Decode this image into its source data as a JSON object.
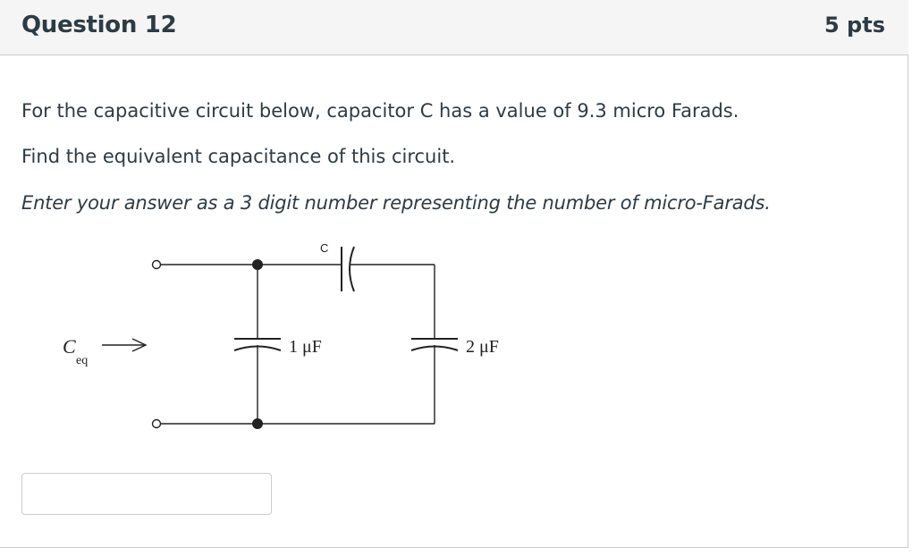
{
  "question": {
    "title": "Question 12",
    "points": "5 pts",
    "text_line1": "For the capacitive circuit below, capacitor C has a value of 9.3 micro Farads.",
    "text_line2": "Find the equivalent capacitance of this circuit.",
    "text_line3": "Enter your answer as a 3 digit number representing the number of micro-Farads."
  },
  "circuit": {
    "series_cap_label": "C",
    "cap1_label": "1 μF",
    "cap2_label": "2 μF",
    "ceq_main": "C",
    "ceq_sub": "eq"
  },
  "answer": {
    "value": "",
    "placeholder": ""
  },
  "colors": {
    "header_bg": "#f5f5f5",
    "border": "#c7cdd1",
    "text": "#2d3b45"
  }
}
